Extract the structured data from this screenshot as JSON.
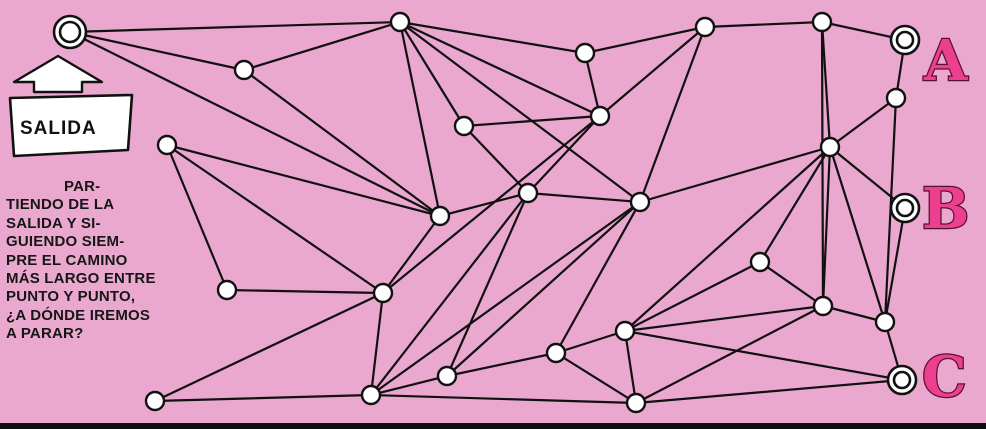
{
  "sign": {
    "label": "SALIDA"
  },
  "instructions": {
    "lines": [
      "PAR-",
      "TIENDO DE LA",
      "SALIDA Y SI-",
      "GUIENDO SIEM-",
      "PRE EL CAMINO",
      "MÁS LARGO ENTRE",
      "PUNTO Y PUNTO,",
      "¿A DÓNDE IREMOS",
      "A PARAR?"
    ]
  },
  "destinations": [
    {
      "id": "A",
      "label": "A"
    },
    {
      "id": "B",
      "label": "B"
    },
    {
      "id": "C",
      "label": "C"
    }
  ],
  "colors": {
    "background": "#eba8cf",
    "letter_fill": "#ec3f8f",
    "ink": "#111111"
  }
}
